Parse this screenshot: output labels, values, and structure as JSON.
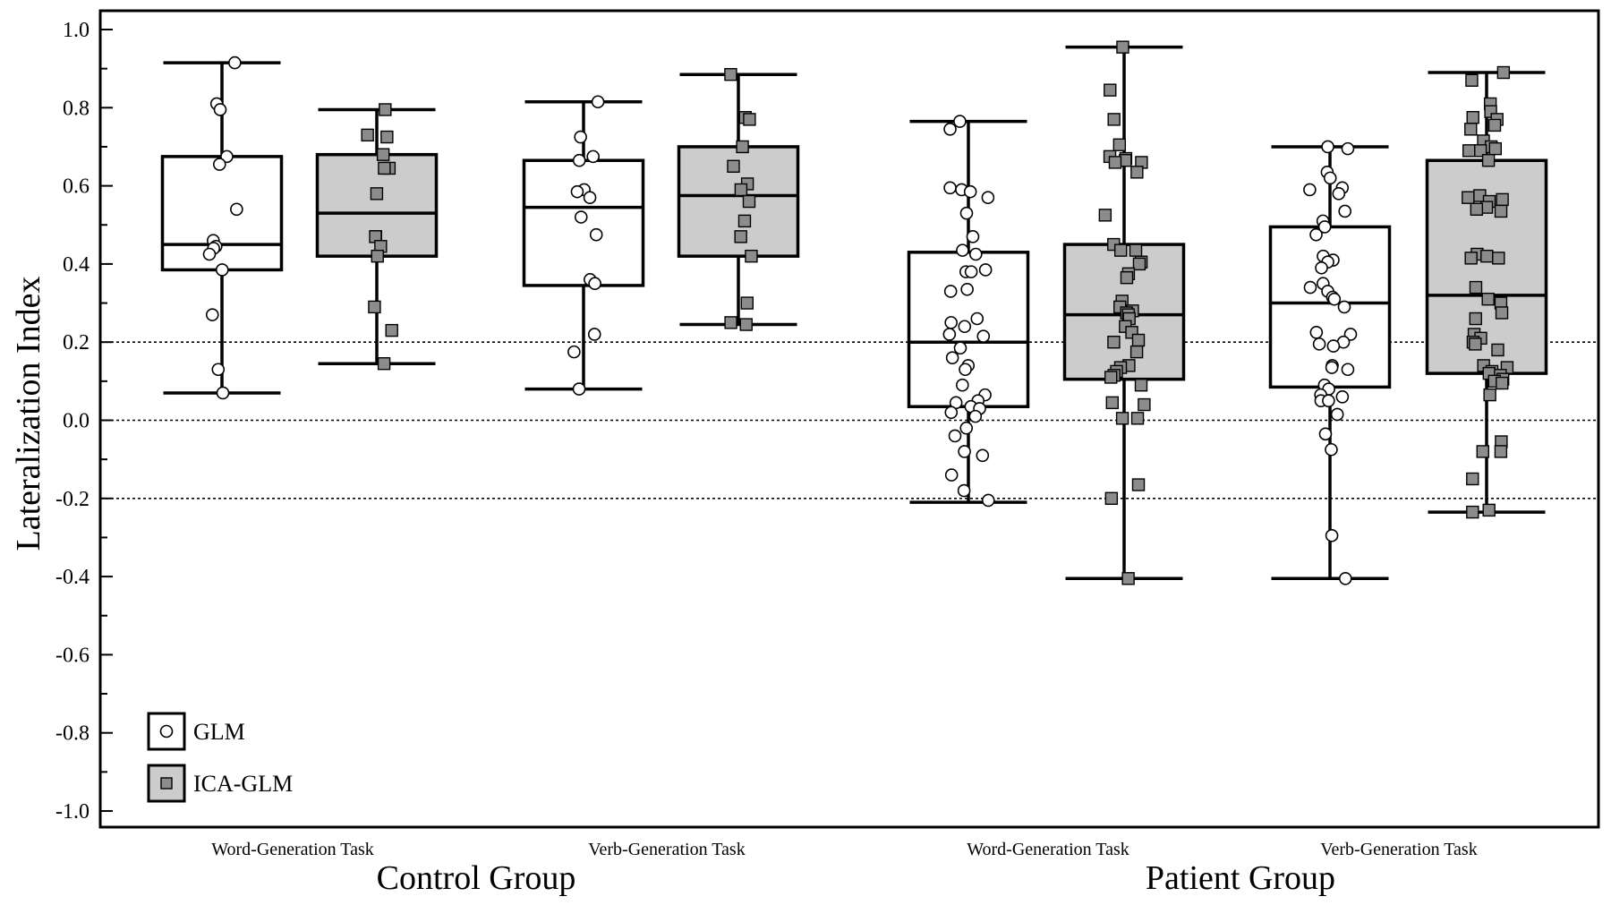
{
  "chart_data": {
    "type": "box",
    "ylabel": "Lateralization Index",
    "ylim": [
      -1.05,
      1.05
    ],
    "yticks": [
      "1.0",
      "0.8",
      "0.6",
      "0.4",
      "0.2",
      "0.0",
      "-0.2",
      "-0.4",
      "-0.6",
      "-0.8",
      "-1.0"
    ],
    "reference_lines": [
      0.2,
      0.0,
      -0.2
    ],
    "legend": {
      "position": "bottom-left",
      "entries": [
        "GLM",
        "ICA-GLM"
      ]
    },
    "groups": [
      {
        "label": "Control Group",
        "tasks": [
          "Word-Generation Task",
          "Verb-Generation Task"
        ]
      },
      {
        "label": "Patient Group",
        "tasks": [
          "Word-Generation Task",
          "Verb-Generation Task"
        ]
      }
    ],
    "series": [
      {
        "name": "GLM",
        "color": "#ffffff",
        "marker": "circle"
      },
      {
        "name": "ICA-GLM",
        "color": "#cccccc",
        "marker": "square"
      }
    ],
    "boxes": [
      {
        "group": "Control Group",
        "task": "Word-Generation Task",
        "series": "GLM",
        "whisker_low": 0.07,
        "q1": 0.385,
        "median": 0.45,
        "q3": 0.675,
        "whisker_high": 0.915,
        "points": [
          0.915,
          0.81,
          0.795,
          0.675,
          0.655,
          0.54,
          0.46,
          0.445,
          0.44,
          0.425,
          0.385,
          0.27,
          0.13,
          0.07
        ]
      },
      {
        "group": "Control Group",
        "task": "Word-Generation Task",
        "series": "ICA-GLM",
        "whisker_low": 0.145,
        "q1": 0.42,
        "median": 0.53,
        "q3": 0.68,
        "whisker_high": 0.795,
        "points": [
          0.795,
          0.73,
          0.725,
          0.68,
          0.645,
          0.645,
          0.58,
          0.47,
          0.47,
          0.445,
          0.42,
          0.29,
          0.23,
          0.145
        ]
      },
      {
        "group": "Control Group",
        "task": "Verb-Generation Task",
        "series": "GLM",
        "whisker_low": 0.08,
        "q1": 0.345,
        "median": 0.545,
        "q3": 0.665,
        "whisker_high": 0.815,
        "points": [
          0.815,
          0.725,
          0.675,
          0.665,
          0.59,
          0.585,
          0.57,
          0.52,
          0.475,
          0.36,
          0.35,
          0.22,
          0.175,
          0.08
        ]
      },
      {
        "group": "Control Group",
        "task": "Verb-Generation Task",
        "series": "ICA-GLM",
        "whisker_low": 0.245,
        "q1": 0.42,
        "median": 0.575,
        "q3": 0.7,
        "whisker_high": 0.885,
        "points": [
          0.885,
          0.775,
          0.77,
          0.7,
          0.65,
          0.605,
          0.59,
          0.56,
          0.51,
          0.47,
          0.42,
          0.3,
          0.25,
          0.245
        ]
      },
      {
        "group": "Patient Group",
        "task": "Word-Generation Task",
        "series": "GLM",
        "whisker_low": -0.21,
        "q1": 0.035,
        "median": 0.2,
        "q3": 0.43,
        "whisker_high": 0.765,
        "points": [
          0.765,
          0.745,
          0.595,
          0.59,
          0.585,
          0.57,
          0.53,
          0.47,
          0.435,
          0.425,
          0.385,
          0.38,
          0.38,
          0.335,
          0.33,
          0.26,
          0.25,
          0.24,
          0.22,
          0.215,
          0.185,
          0.16,
          0.14,
          0.13,
          0.09,
          0.065,
          0.05,
          0.045,
          0.035,
          0.03,
          0.02,
          0.01,
          -0.02,
          -0.04,
          -0.08,
          -0.09,
          -0.14,
          -0.18,
          -0.205
        ]
      },
      {
        "group": "Patient Group",
        "task": "Word-Generation Task",
        "series": "ICA-GLM",
        "whisker_low": -0.405,
        "q1": 0.105,
        "median": 0.27,
        "q3": 0.45,
        "whisker_high": 0.955,
        "points": [
          0.955,
          0.845,
          0.77,
          0.705,
          0.675,
          0.67,
          0.665,
          0.66,
          0.66,
          0.635,
          0.525,
          0.45,
          0.435,
          0.435,
          0.405,
          0.4,
          0.375,
          0.365,
          0.305,
          0.29,
          0.28,
          0.275,
          0.27,
          0.26,
          0.24,
          0.225,
          0.205,
          0.2,
          0.175,
          0.14,
          0.135,
          0.125,
          0.115,
          0.11,
          0.09,
          0.045,
          0.04,
          0.005,
          0.005,
          -0.165,
          -0.2,
          -0.405
        ]
      },
      {
        "group": "Patient Group",
        "task": "Verb-Generation Task",
        "series": "GLM",
        "whisker_low": -0.405,
        "q1": 0.085,
        "median": 0.3,
        "q3": 0.495,
        "whisker_high": 0.7,
        "points": [
          0.7,
          0.695,
          0.635,
          0.62,
          0.595,
          0.59,
          0.58,
          0.535,
          0.51,
          0.495,
          0.475,
          0.42,
          0.41,
          0.405,
          0.39,
          0.35,
          0.34,
          0.33,
          0.315,
          0.31,
          0.29,
          0.225,
          0.22,
          0.2,
          0.195,
          0.19,
          0.14,
          0.135,
          0.13,
          0.09,
          0.08,
          0.065,
          0.06,
          0.05,
          0.05,
          0.015,
          -0.035,
          -0.075,
          -0.295,
          -0.405
        ]
      },
      {
        "group": "Patient Group",
        "task": "Verb-Generation Task",
        "series": "ICA-GLM",
        "whisker_low": -0.235,
        "q1": 0.12,
        "median": 0.32,
        "q3": 0.665,
        "whisker_high": 0.89,
        "points": [
          0.89,
          0.87,
          0.81,
          0.79,
          0.775,
          0.77,
          0.755,
          0.745,
          0.715,
          0.7,
          0.695,
          0.69,
          0.69,
          0.665,
          0.575,
          0.57,
          0.565,
          0.56,
          0.545,
          0.54,
          0.535,
          0.425,
          0.42,
          0.415,
          0.415,
          0.34,
          0.31,
          0.3,
          0.275,
          0.26,
          0.22,
          0.21,
          0.2,
          0.195,
          0.18,
          0.14,
          0.135,
          0.125,
          0.12,
          0.115,
          0.105,
          0.1,
          0.095,
          0.065,
          -0.055,
          -0.08,
          -0.08,
          -0.15,
          -0.23,
          -0.235
        ]
      }
    ]
  }
}
